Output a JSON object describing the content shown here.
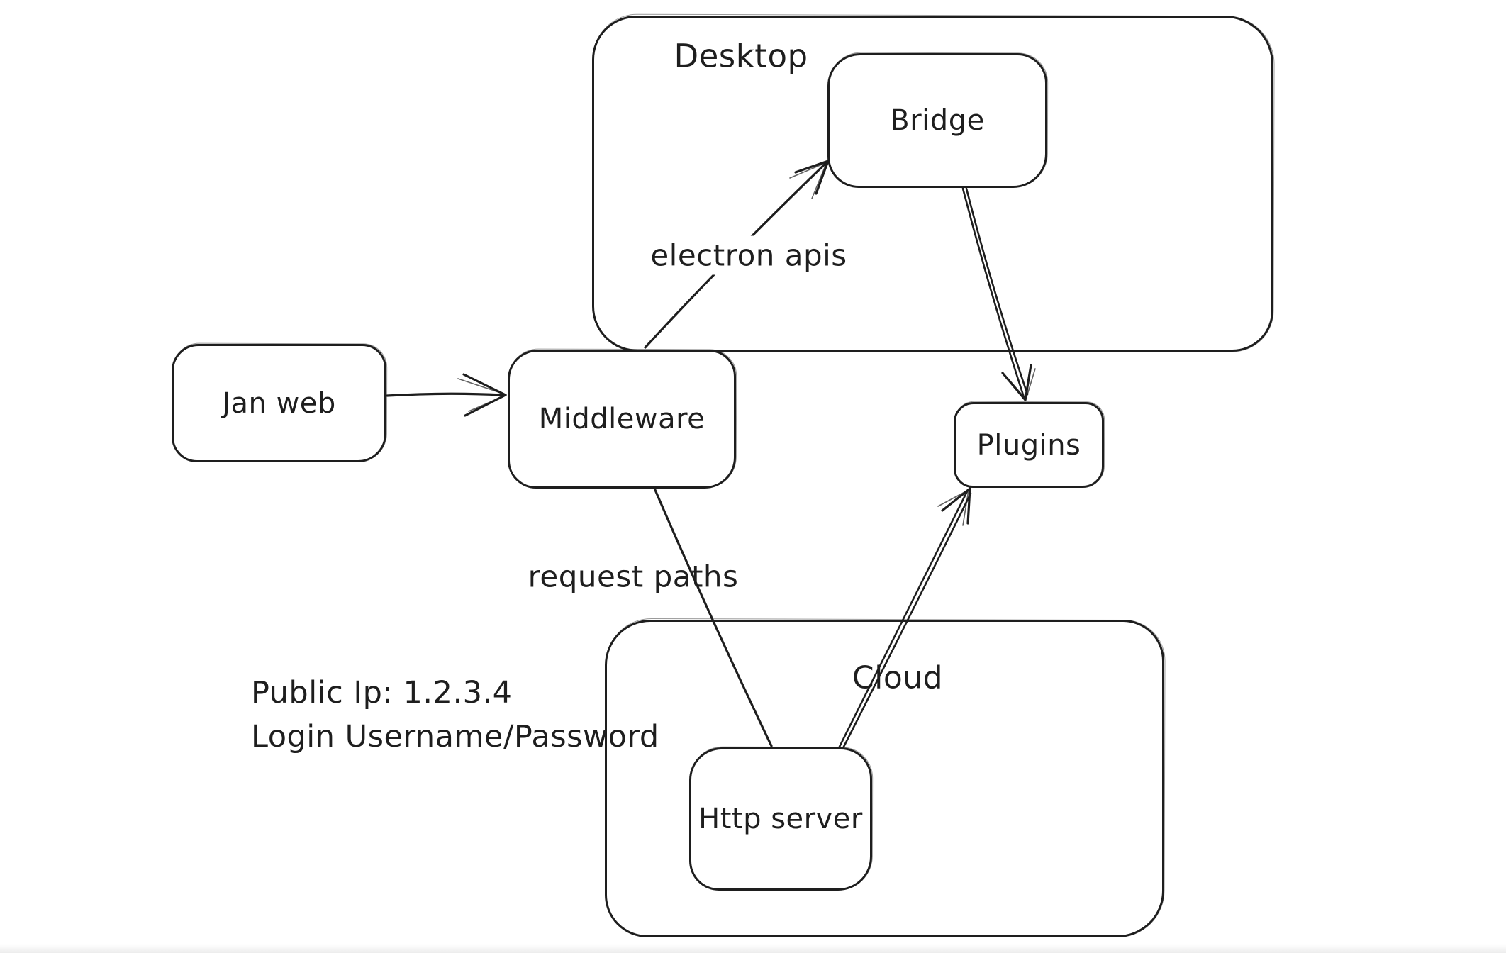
{
  "diagram": {
    "containers": [
      {
        "id": "desktop",
        "label": "Desktop"
      },
      {
        "id": "cloud",
        "label": "Cloud"
      }
    ],
    "nodes": [
      {
        "id": "jan-web",
        "label": "Jan web"
      },
      {
        "id": "middleware",
        "label": "Middleware"
      },
      {
        "id": "bridge",
        "label": "Bridge"
      },
      {
        "id": "plugins",
        "label": "Plugins"
      },
      {
        "id": "http-server",
        "label": "Http server"
      }
    ],
    "edges": [
      {
        "from": "Jan web",
        "to": "Middleware",
        "label": "",
        "arrowhead": true
      },
      {
        "from": "Middleware",
        "to": "Bridge",
        "label": "electron apis",
        "arrowhead": true
      },
      {
        "from": "Bridge",
        "to": "Plugins",
        "label": "",
        "arrowhead": true
      },
      {
        "from": "Middleware",
        "to": "Http server",
        "label": "request paths",
        "arrowhead": false
      },
      {
        "from": "Http server",
        "to": "Plugins",
        "label": "",
        "arrowhead": true
      }
    ],
    "annotations": [
      {
        "id": "public-ip",
        "text": "Public Ip: 1.2.3.4"
      },
      {
        "id": "login",
        "text": "Login Username/Password"
      }
    ],
    "colors": {
      "stroke": "#1e1e1e",
      "background": "#ffffff"
    }
  }
}
